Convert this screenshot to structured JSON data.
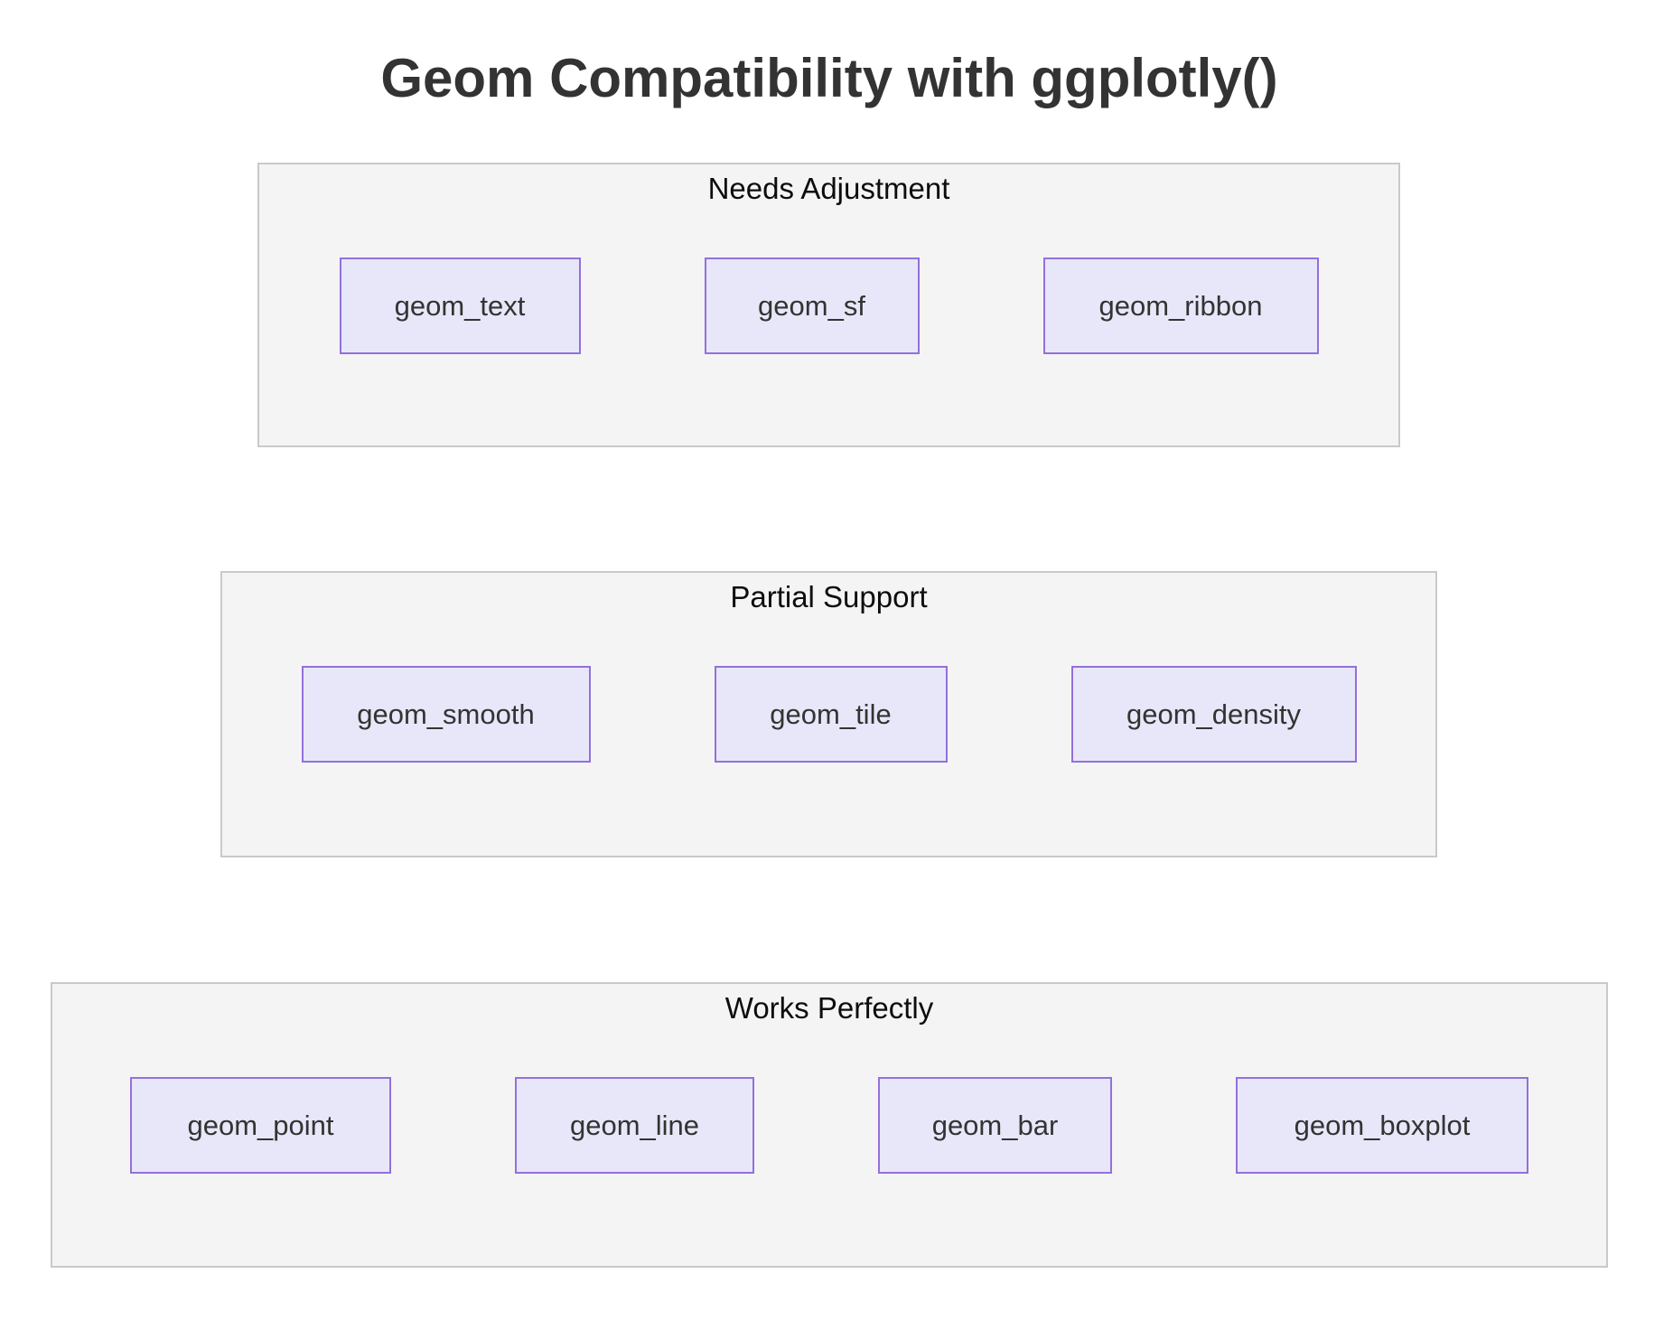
{
  "title": "Geom Compatibility with ggplotly()",
  "colors": {
    "background": "#ffffff",
    "title_text": "#333333",
    "label_text": "#0d0d0d",
    "group_fill": "#f4f4f4",
    "group_border": "#c9c9c9",
    "node_fill": "#e8e7f9",
    "node_border": "#9370db",
    "node_text": "#333333"
  },
  "sections": [
    {
      "label": "Needs Adjustment",
      "nodes": [
        {
          "label": "geom_text"
        },
        {
          "label": "geom_sf"
        },
        {
          "label": "geom_ribbon"
        }
      ]
    },
    {
      "label": "Partial Support",
      "nodes": [
        {
          "label": "geom_smooth"
        },
        {
          "label": "geom_tile"
        },
        {
          "label": "geom_density"
        }
      ]
    },
    {
      "label": "Works Perfectly",
      "nodes": [
        {
          "label": "geom_point"
        },
        {
          "label": "geom_line"
        },
        {
          "label": "geom_bar"
        },
        {
          "label": "geom_boxplot"
        }
      ]
    }
  ]
}
